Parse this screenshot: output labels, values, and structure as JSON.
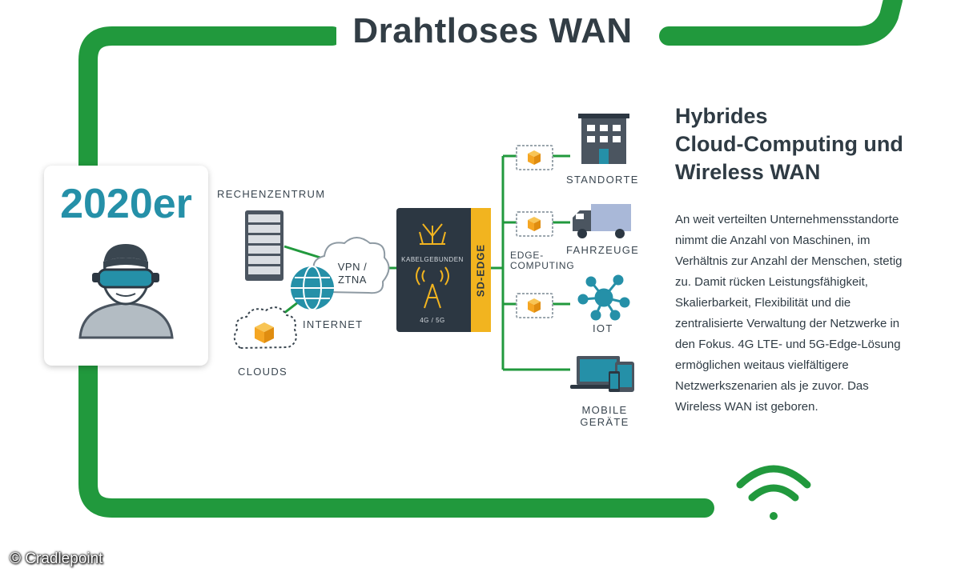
{
  "title": "Drahtloses WAN",
  "era_label": "2020er",
  "nodes": {
    "datacenter": "RECHENZENTRUM",
    "vpn_line1": "VPN /",
    "vpn_line2": "ZTNA",
    "internet": "INTERNET",
    "clouds": "CLOUDS",
    "wired": "KABELGEBUNDEN",
    "cellular": "4G / 5G",
    "sd_edge": "SD-EDGE",
    "edge_computing_line1": "EDGE-",
    "edge_computing_line2": "COMPUTING",
    "sites": "STANDORTE",
    "vehicles": "FAHRZEUGE",
    "iot": "IOT",
    "mobile_line1": "MOBILE",
    "mobile_line2": "GERÄTE"
  },
  "heading_lines": [
    "Hybrides",
    "Cloud-Computing und",
    "Wireless WAN"
  ],
  "body_lines": [
    "An weit verteilten Unternehmensstandorte",
    "nimmt die Anzahl von Maschinen, im",
    "Verhältnis zur Anzahl der Menschen, stetig",
    "zu. Damit rücken Leistungsfähigkeit,",
    "Skalierbarkeit, Flexibilität und die",
    "zentralisierte Verwaltung der Netzwerke in",
    "den Fokus. 4G LTE- und 5G-Edge-Lösung",
    "ermöglichen weitaus vielfältigere",
    "Netzwerkszenarien als je zuvor. Das",
    "Wireless WAN ist geboren."
  ],
  "credit": "© Cradlepoint",
  "colors": {
    "frame_green": "#21993d",
    "accent_teal": "#2590a8",
    "edge_yellow": "#f2b41f",
    "dark_box": "#2c3742",
    "cube_orange": "#f5a623"
  }
}
